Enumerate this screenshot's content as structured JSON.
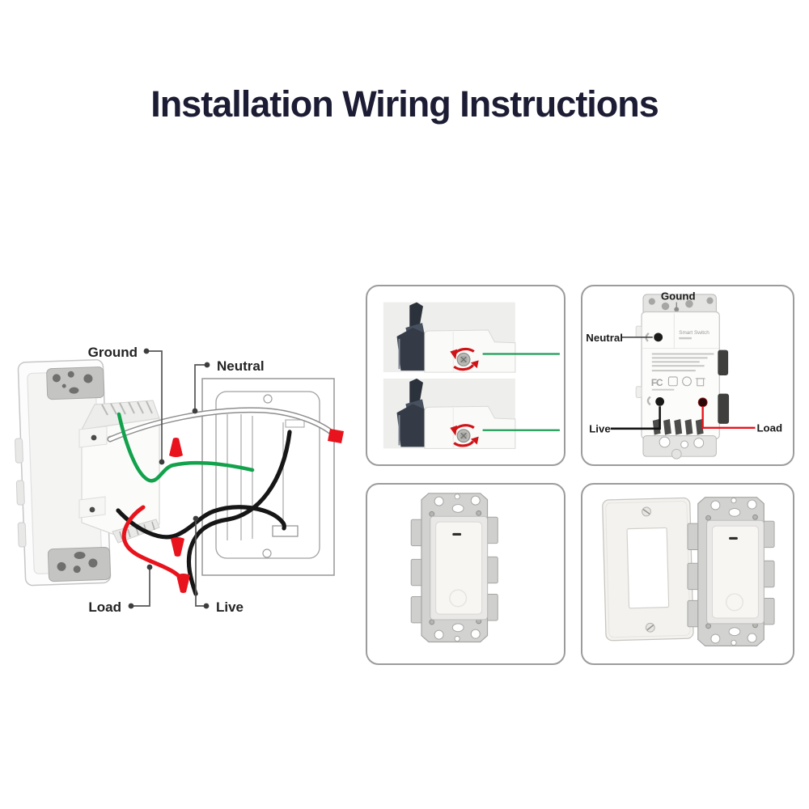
{
  "page": {
    "title": "Installation Wiring Instructions",
    "title_color": "#1c1c34",
    "background_color": "#ffffff"
  },
  "wiring_diagram": {
    "labels": {
      "ground": "Ground",
      "neutral": "Neutral",
      "load": "Load",
      "live": "Live"
    },
    "colors": {
      "ground_wire": "#13a24c",
      "neutral_wire": "#ffffff",
      "neutral_wire_outline": "#8e8e8e",
      "live_wire": "#161616",
      "load_wire": "#e8131c",
      "wire_nut": "#e8131c",
      "wire_end_marker": "#e8131c",
      "leader": "#555555"
    }
  },
  "panels": {
    "terminal_closeup": {
      "wire_color": "#1f9d57",
      "rotation_arrow_color": "#cf1418"
    },
    "switch_back": {
      "labels": {
        "ground": "Gound",
        "neutral": "Neutral",
        "live": "Live",
        "load": "Load"
      },
      "device_label": "Smart Switch",
      "fcc_mark": "FC",
      "live_line_color": "#141414",
      "load_line_color": "#e8131c"
    }
  }
}
